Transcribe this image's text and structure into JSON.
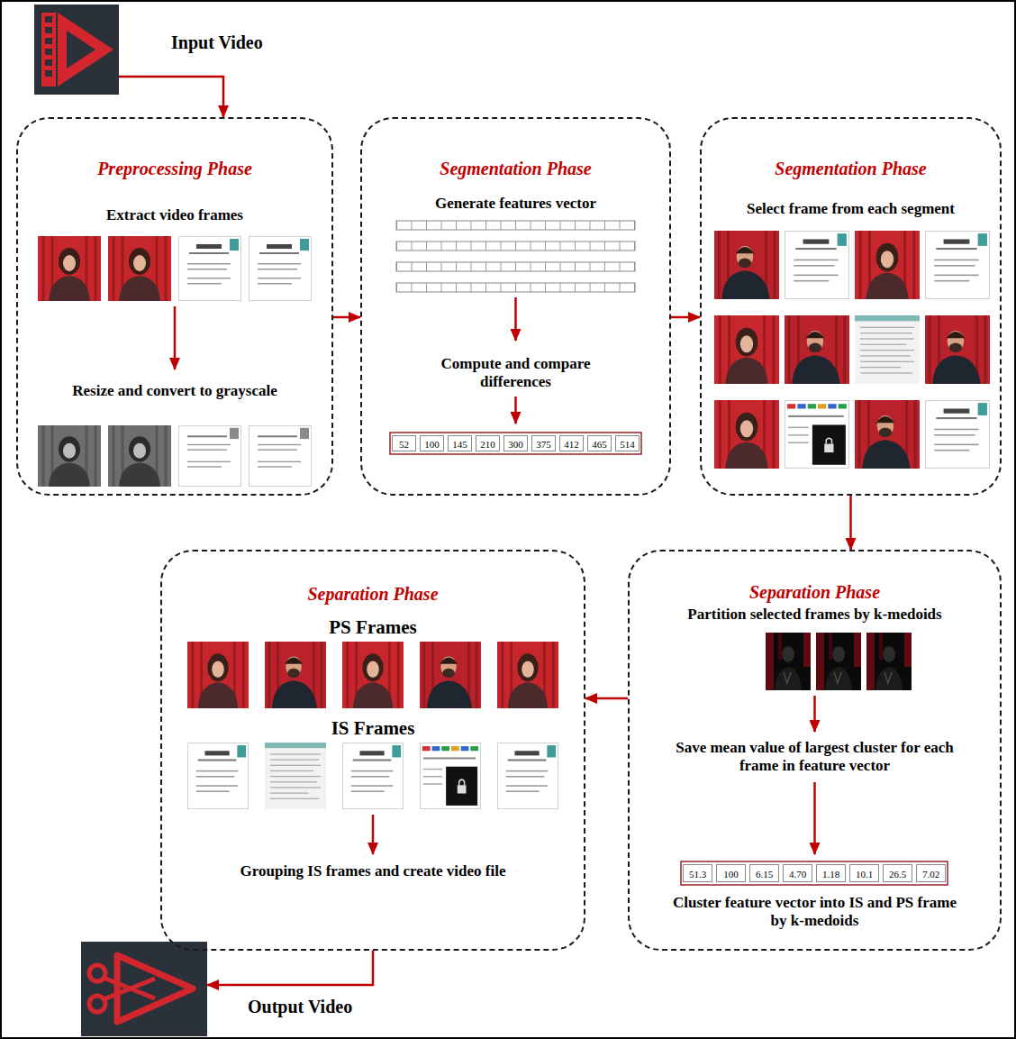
{
  "diagram": {
    "nodes": [
      {
        "text": [
          "Input Video"
        ]
      },
      {
        "text": [
          "Preprocessing Phase",
          "Extract video frames",
          "Resize and convert to grayscale"
        ]
      },
      {
        "text": [
          "Segmentation Phase",
          "Generate features vector",
          "Compute and compare differences"
        ]
      },
      {
        "text": [
          "Segmentation Phase",
          "Select frame from each segment"
        ]
      },
      {
        "text": [
          "Separation Phase",
          "Partition selected frames by k-medoids",
          "Save mean value of largest cluster for each frame in feature vector",
          "Cluster feature vector into IS and PS frame by k-medoids"
        ]
      },
      {
        "text": [
          "Separation Phase",
          "PS Frames",
          "IS Frames",
          "Grouping IS frames and create video file"
        ]
      },
      {
        "text": [
          "Output Video"
        ]
      }
    ],
    "edges": [
      {
        "from": 0,
        "to": 1,
        "arrow": "to"
      },
      {
        "from": 1,
        "to": 2,
        "arrow": "to"
      },
      {
        "from": 2,
        "to": 3,
        "arrow": "to"
      },
      {
        "from": 3,
        "to": 4,
        "arrow": "to"
      },
      {
        "from": 4,
        "to": 5,
        "arrow": "to"
      },
      {
        "from": 5,
        "to": 6,
        "arrow": "to"
      }
    ],
    "labels": [
      "52",
      "100",
      "145",
      "210",
      "300",
      "375",
      "412",
      "465",
      "514",
      "51.3",
      "100",
      "6.15",
      "4.70",
      "1.18",
      "10.1",
      "26.5",
      "7.02"
    ]
  }
}
